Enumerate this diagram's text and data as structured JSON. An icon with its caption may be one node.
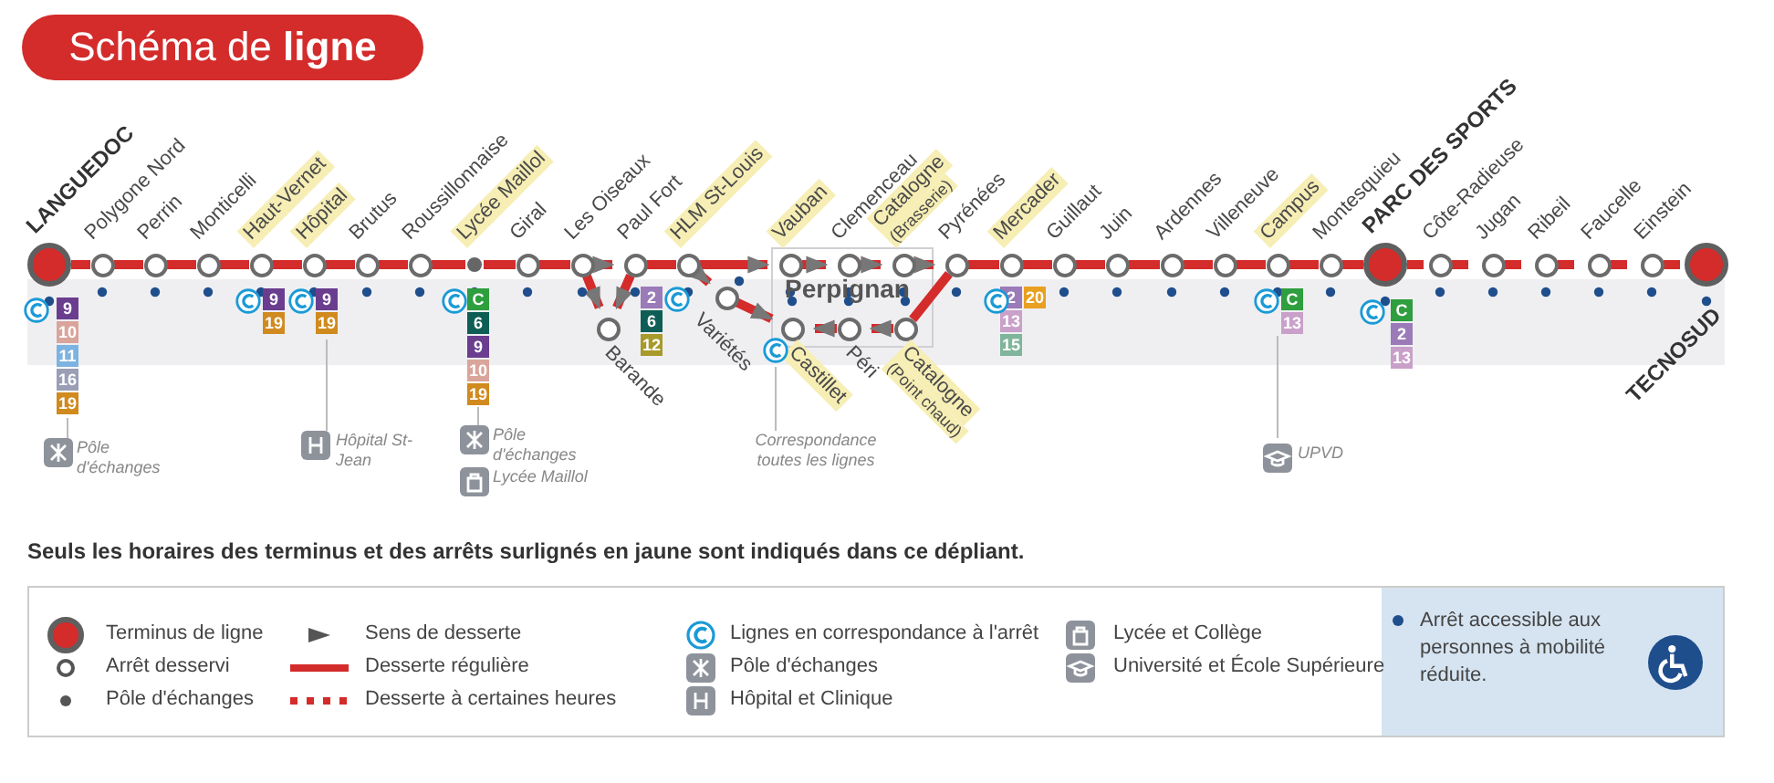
{
  "diagram": {
    "title": "Schéma de **ligne**",
    "nodes": [
      {
        "text": [
          "LANGUEDOC"
        ],
        "beside": [
          "9",
          "10",
          "11",
          "16",
          "19",
          "Pôle d'échanges"
        ]
      },
      {
        "text": [
          "Polygone Nord"
        ]
      },
      {
        "text": [
          "Perrin"
        ]
      },
      {
        "text": [
          "Monticelli"
        ]
      },
      {
        "text": [
          "Haut-Vernet"
        ],
        "beside": [
          "9",
          "19"
        ]
      },
      {
        "text": [
          "Hôpital"
        ],
        "beside": [
          "9",
          "19"
        ]
      },
      {
        "text": [
          "Brutus"
        ]
      },
      {
        "text": [
          "Roussillonnaise"
        ]
      },
      {
        "text": [
          "Lycée Maillol"
        ],
        "beside": [
          "C",
          "6",
          "9",
          "10",
          "19",
          "Pôle d'échanges",
          "Lycée Maillol"
        ]
      },
      {
        "text": [
          "Giral"
        ]
      },
      {
        "text": [
          "Les Oiseaux"
        ]
      },
      {
        "text": [
          "Barande"
        ]
      },
      {
        "text": [
          "Paul Fort"
        ],
        "beside": [
          "2",
          "6",
          "12"
        ]
      },
      {
        "text": [
          "HLM St-Louis"
        ]
      },
      {
        "text": [
          "Variétés"
        ]
      },
      {
        "text": [
          "Castillet"
        ]
      },
      {
        "text": [
          "Péri"
        ]
      },
      {
        "text": [
          "Catalogne",
          "(Point chaud)"
        ]
      },
      {
        "text": [
          "Vauban"
        ]
      },
      {
        "text": [
          "Clemenceau"
        ]
      },
      {
        "text": [
          "Catalogne",
          "(Brasserie)"
        ]
      },
      {
        "text": [
          "Pyrénées"
        ]
      },
      {
        "text": [
          "Mercader"
        ],
        "beside": [
          "2",
          "20",
          "13",
          "15"
        ]
      },
      {
        "text": [
          "Guillaut"
        ]
      },
      {
        "text": [
          "Juin"
        ]
      },
      {
        "text": [
          "Ardennes"
        ]
      },
      {
        "text": [
          "Villeneuve"
        ]
      },
      {
        "text": [
          "Campus"
        ],
        "beside": [
          "C",
          "13"
        ]
      },
      {
        "text": [
          "Montesquieu"
        ]
      },
      {
        "text": [
          "PARC DES SPORTS"
        ],
        "beside": [
          "C",
          "2",
          "13"
        ]
      },
      {
        "text": [
          "Côte-Radieuse"
        ]
      },
      {
        "text": [
          "Jugan"
        ]
      },
      {
        "text": [
          "Ribeil"
        ]
      },
      {
        "text": [
          "Faucelle"
        ]
      },
      {
        "text": [
          "Einstein"
        ]
      },
      {
        "text": [
          "TECNOSUD"
        ]
      }
    ],
    "edges": [
      {
        "from": 0,
        "to": 1,
        "arrow": "none"
      },
      {
        "from": 1,
        "to": 2,
        "arrow": "none"
      },
      {
        "from": 2,
        "to": 3,
        "arrow": "none"
      },
      {
        "from": 3,
        "to": 4,
        "arrow": "none"
      },
      {
        "from": 4,
        "to": 5,
        "arrow": "none"
      },
      {
        "from": 5,
        "to": 6,
        "arrow": "none"
      },
      {
        "from": 6,
        "to": 7,
        "arrow": "none"
      },
      {
        "from": 7,
        "to": 8,
        "arrow": "none"
      },
      {
        "from": 8,
        "to": 9,
        "arrow": "none"
      },
      {
        "from": 9,
        "to": 10,
        "arrow": "none"
      },
      {
        "from": 10,
        "to": 12,
        "arrow": "to"
      },
      {
        "from": 10,
        "to": 11,
        "arrow": "to"
      },
      {
        "from": 12,
        "to": 11,
        "arrow": "to"
      },
      {
        "from": 12,
        "to": 13,
        "arrow": "none"
      },
      {
        "from": 13,
        "to": 18,
        "arrow": "to"
      },
      {
        "from": 18,
        "to": 19,
        "arrow": "to"
      },
      {
        "from": 19,
        "to": 20,
        "arrow": "to"
      },
      {
        "from": 20,
        "to": 21,
        "arrow": "to"
      },
      {
        "from": 13,
        "to": 14,
        "arrow": "to"
      },
      {
        "from": 14,
        "to": 15,
        "arrow": "to"
      },
      {
        "from": 21,
        "to": 17,
        "arrow": "none"
      },
      {
        "from": 17,
        "to": 16,
        "arrow": "to"
      },
      {
        "from": 16,
        "to": 15,
        "arrow": "to"
      },
      {
        "from": 21,
        "to": 22,
        "arrow": "none"
      },
      {
        "from": 22,
        "to": 23,
        "arrow": "none"
      },
      {
        "from": 23,
        "to": 24,
        "arrow": "none"
      },
      {
        "from": 24,
        "to": 25,
        "arrow": "none"
      },
      {
        "from": 25,
        "to": 26,
        "arrow": "none"
      },
      {
        "from": 26,
        "to": 27,
        "arrow": "none"
      },
      {
        "from": 27,
        "to": 28,
        "arrow": "none"
      },
      {
        "from": 28,
        "to": 29,
        "arrow": "none"
      },
      {
        "from": 29,
        "to": 30,
        "arrow": "none",
        "style": "dashed"
      },
      {
        "from": 30,
        "to": 31,
        "arrow": "none",
        "style": "dashed"
      },
      {
        "from": 31,
        "to": 32,
        "arrow": "none",
        "style": "dashed"
      },
      {
        "from": 32,
        "to": 33,
        "arrow": "none",
        "style": "dashed"
      },
      {
        "from": 33,
        "to": 34,
        "arrow": "none",
        "style": "dashed"
      },
      {
        "from": 34,
        "to": 35,
        "arrow": "none",
        "style": "dashed"
      }
    ],
    "labels": [
      "Perpignan",
      "Hôpital St-Jean",
      "Correspondance toutes les lignes",
      "UPVD",
      "Seuls les horaires des terminus et des arrêts surlignés en jaune sont indiqués dans ce dépliant."
    ],
    "legend": [
      {
        "text": "Terminus de ligne"
      },
      {
        "text": "Arrêt desservi"
      },
      {
        "text": "Pôle d'échanges"
      },
      {
        "text": "Sens de desserte"
      },
      {
        "text": "Desserte régulière"
      },
      {
        "text": "Desserte à certaines heures"
      },
      {
        "text": "Lignes en correspondance à l'arrêt"
      },
      {
        "text": "Pôle d'échanges"
      },
      {
        "text": "Hôpital et Clinique"
      },
      {
        "text": "Lycée et Collège"
      },
      {
        "text": "Université et École Supérieure"
      },
      {
        "text": "Arrêt accessible aux personnes à mobilité réduite."
      }
    ]
  }
}
